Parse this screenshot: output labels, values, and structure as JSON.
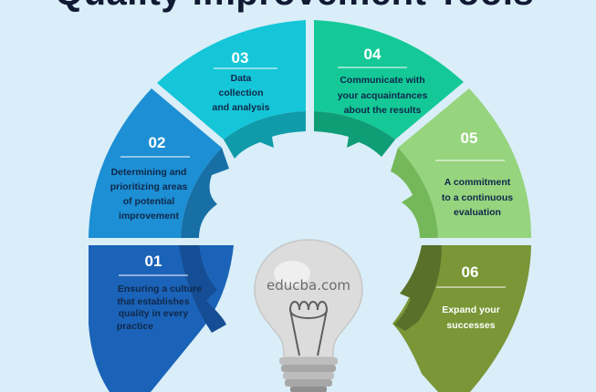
{
  "title": "Quality Improvement Tools",
  "brand": "educba.com",
  "colors": {
    "background": "#d9eef8",
    "s01": "#1b63b8",
    "s01_inner": "#154e95",
    "s02": "#1d8fd4",
    "s02_inner": "#176fa6",
    "s03": "#14c6d8",
    "s03_inner": "#0f9ba9",
    "s04": "#14c997",
    "s04_inner": "#0f9d76",
    "s05": "#96d47e",
    "s05_inner": "#74b85a",
    "s06": "#7a9636",
    "s06_inner": "#59702a"
  },
  "segments": [
    {
      "num": "01",
      "lines": [
        "Ensuring a culture",
        "that establishes",
        "quality in every",
        "practice"
      ]
    },
    {
      "num": "02",
      "lines": [
        "Determining and",
        "prioritizing areas",
        "of potential",
        "improvement"
      ]
    },
    {
      "num": "03",
      "lines": [
        "Data",
        "collection",
        "and analysis"
      ]
    },
    {
      "num": "04",
      "lines": [
        "Communicate with",
        "your acquaintances",
        "about the results"
      ]
    },
    {
      "num": "05",
      "lines": [
        "A commitment",
        "to a continuous",
        "evaluation"
      ]
    },
    {
      "num": "06",
      "lines": [
        "Expand your",
        "successes"
      ]
    }
  ]
}
